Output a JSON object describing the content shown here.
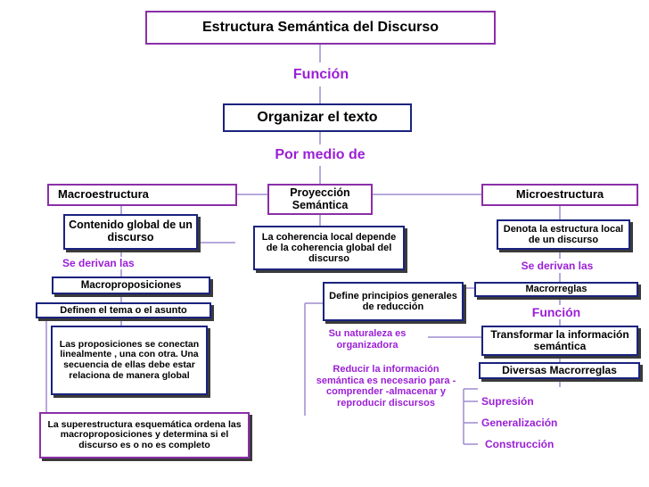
{
  "title": "Estructura Semántica del Discurso",
  "funcion_top": "Función",
  "organizar": "Organizar el texto",
  "por_medio": "Por medio de",
  "macro": {
    "header": "Macroestructura",
    "contenido": "Contenido global de un discurso",
    "se_derivan": "Se derivan las",
    "macroproposiciones": "Macroproposiciones",
    "definen": "Definen el tema o el asunto",
    "proposiciones": "Las proposiciones se conectan linealmente , una con otra. Una secuencia de ellas debe estar relaciona de manera global",
    "superestructura": "La superestructura esquemática ordena las macroproposiciones y determina si el discurso es o no es completo"
  },
  "proyeccion": {
    "header": "Proyección Semántica",
    "coherencia": "La coherencia local depende de la coherencia global del discurso",
    "define": "Define principios generales de reducción",
    "naturaleza": "Su naturaleza es organizadora",
    "reducir": "Reducir la información semántica es necesario para -comprender -almacenar y reproducir discursos"
  },
  "micro": {
    "header": "Microestructura",
    "denota": "Denota la estructura local de un discurso",
    "se_derivan": "Se derivan las",
    "macrorreglas": "Macrorreglas",
    "funcion": "Función",
    "transformar": "Transformar la información semántica",
    "diversas": "Diversas Macrorreglas",
    "items": [
      "Supresión",
      "Generalización",
      "Construcción"
    ]
  }
}
